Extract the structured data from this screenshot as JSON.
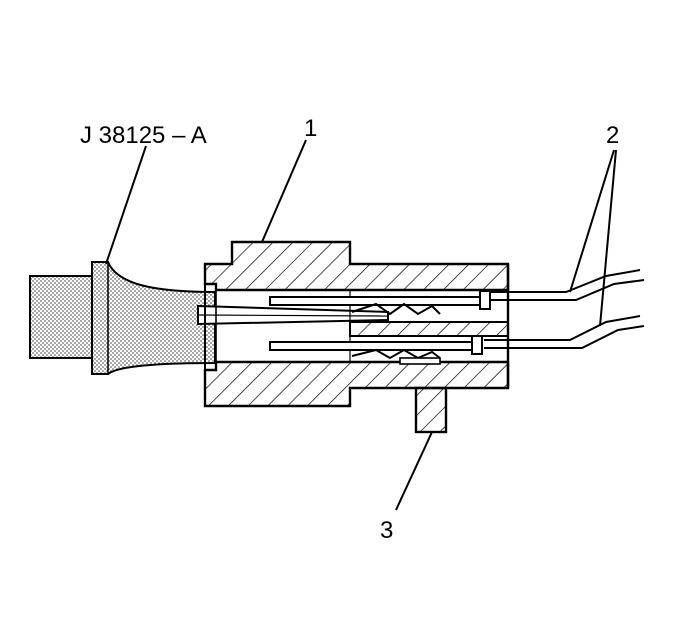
{
  "labels": {
    "tool": "J 38125 – A",
    "connector_body": "1",
    "wires": "2",
    "lock_tab": "3"
  },
  "colors": {
    "ink": "#000000",
    "paper": "#ffffff",
    "stipple": "#9a9a9a"
  }
}
